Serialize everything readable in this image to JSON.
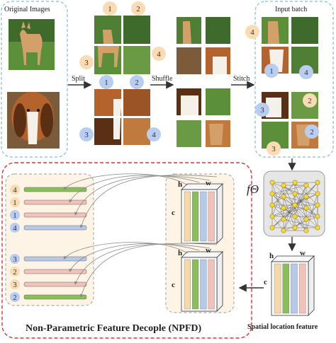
{
  "panels": {
    "original_images_title": "Original Images",
    "input_batch_title": "Input batch"
  },
  "steps": {
    "split": "Split",
    "shuffle": "Shuffle",
    "stitch": "Stitch"
  },
  "patch_numbers": {
    "dog1": [
      "1",
      "2",
      "3",
      "4"
    ],
    "dog2": [
      "1",
      "2",
      "3",
      "4"
    ],
    "batch_top": [
      "4",
      "1",
      "4"
    ],
    "batch_bottom": [
      "2",
      "3",
      "2",
      "3"
    ]
  },
  "network_label": "fΘ",
  "tensor_axes": {
    "h": "h",
    "w": "w",
    "c": "c"
  },
  "feature_list_top": [
    {
      "num": "4",
      "kind": "orange"
    },
    {
      "num": "1",
      "kind": "orange"
    },
    {
      "num": "1",
      "kind": "blue"
    },
    {
      "num": "4",
      "kind": "blue"
    }
  ],
  "feature_list_bottom": [
    {
      "num": "3",
      "kind": "blue"
    },
    {
      "num": "2",
      "kind": "orange"
    },
    {
      "num": "3",
      "kind": "orange"
    },
    {
      "num": "2",
      "kind": "blue"
    }
  ],
  "npfd_title": "Non-Parametric Feature Decople (NPFD)",
  "spatial_label": "Spatial location feature",
  "colors": {
    "orange_circle": "#f9dcb4",
    "blue_circle": "#b8cdf0",
    "green_bar": "#88c057",
    "pink_bar": "#f2c2b8",
    "blue_bar": "#b7c9e9",
    "red_dash": "#d9362b",
    "teal_dash": "#7fbfc8",
    "npfd_bg": "#fdf4e6"
  }
}
